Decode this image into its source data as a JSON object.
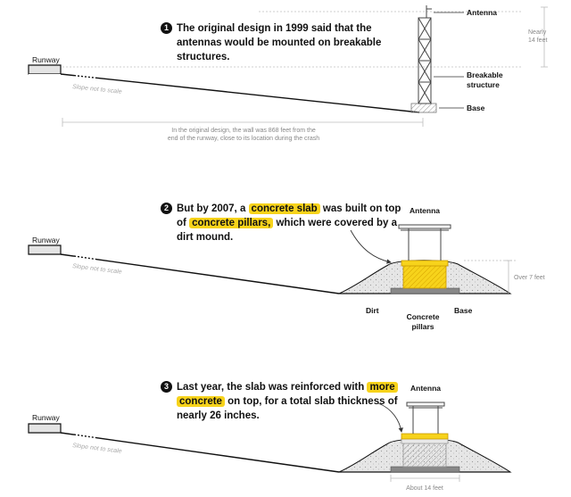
{
  "panel1": {
    "step": "1",
    "caption_lines": [
      "The original design in 1999 said that the",
      "antennas would be mounted on breakable",
      "structures."
    ],
    "runway": "Runway",
    "slope": "Slope not to scale",
    "antenna": "Antenna",
    "height_top": "Nearly",
    "height_bottom": "14 feet",
    "breakable_1": "Breakable",
    "breakable_2": "structure",
    "base": "Base",
    "distance_1": "In the original design, the wall was 868 feet from the",
    "distance_2": "end of the runway, close to its location during the crash"
  },
  "panel2": {
    "step": "2",
    "caption_a": "But by 2007, a",
    "caption_hl1": "concrete slab",
    "caption_b": "was built on top",
    "caption_c": "of",
    "caption_hl2": "concrete pillars,",
    "caption_d": "which were covered by a",
    "caption_e": "dirt mound.",
    "runway": "Runway",
    "slope": "Slope not to scale",
    "antenna": "Antenna",
    "height": "Over 7 feet",
    "dirt": "Dirt",
    "pillars_1": "Concrete",
    "pillars_2": "pillars",
    "base": "Base"
  },
  "panel3": {
    "step": "3",
    "caption_a": "Last year, the slab was reinforced with",
    "caption_hl1": "more",
    "caption_hl2": "concrete",
    "caption_b": "on top, for a total slab thickness of",
    "caption_c": "nearly 26 inches.",
    "runway": "Runway",
    "slope": "Slope not to scale",
    "antenna": "Antenna",
    "width": "About 14 feet"
  },
  "colors": {
    "concrete_yellow": "#f7d31b",
    "ink": "#111111",
    "ground_fill": "#e4e4e4",
    "base_gray": "#888888"
  }
}
